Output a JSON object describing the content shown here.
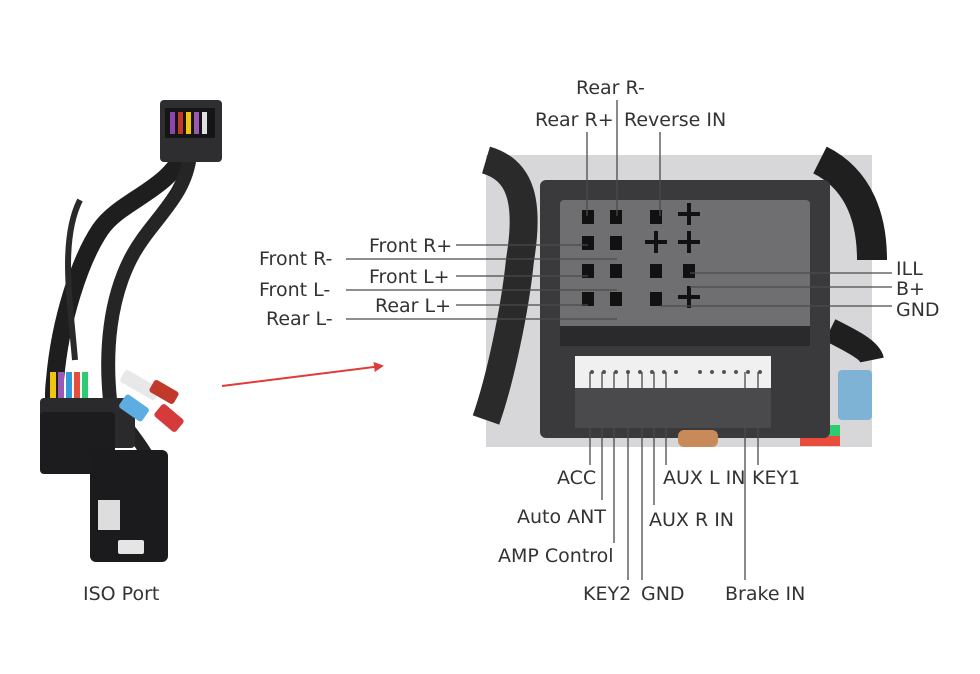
{
  "left_caption": "ISO Port",
  "colors": {
    "arrow": "#e03a3a",
    "leader": "#4a4a4a",
    "text": "#333333",
    "connector": "#3a3a3c",
    "harness": "#1e1e1e"
  },
  "top_pins": {
    "rear_r_minus": "Rear R-",
    "rear_r_plus": "Rear R+",
    "reverse_in": "Reverse IN"
  },
  "left_pins": {
    "front_r_plus": "Front R+",
    "front_r_minus": "Front R-",
    "front_l_plus": "Front L+",
    "front_l_minus": "Front L-",
    "rear_l_plus": "Rear L+",
    "rear_l_minus": "Rear L-"
  },
  "right_pins": {
    "ill": "ILL",
    "b_plus": "B+",
    "gnd": "GND"
  },
  "bottom_pins": {
    "acc": "ACC",
    "auto_ant": "Auto ANT",
    "amp_control": "AMP Control",
    "key2": "KEY2",
    "gnd": "GND",
    "aux_l_in": "AUX L IN",
    "aux_r_in": "AUX R IN",
    "key1": "KEY1",
    "brake_in": "Brake IN"
  }
}
